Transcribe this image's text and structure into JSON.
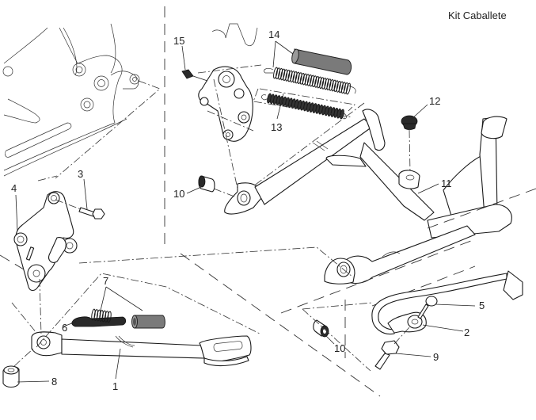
{
  "title": "Kit Caballete",
  "callouts": [
    {
      "id": "1",
      "label": "1"
    },
    {
      "id": "2",
      "label": "2"
    },
    {
      "id": "3",
      "label": "3"
    },
    {
      "id": "4",
      "label": "4"
    },
    {
      "id": "5",
      "label": "5"
    },
    {
      "id": "6",
      "label": "6"
    },
    {
      "id": "7",
      "label": "7"
    },
    {
      "id": "8",
      "label": "8"
    },
    {
      "id": "9",
      "label": "9"
    },
    {
      "id": "10a",
      "label": "10"
    },
    {
      "id": "10b",
      "label": "10"
    },
    {
      "id": "11",
      "label": "11"
    },
    {
      "id": "12",
      "label": "12"
    },
    {
      "id": "13",
      "label": "13"
    },
    {
      "id": "14",
      "label": "14"
    },
    {
      "id": "15",
      "label": "15"
    }
  ],
  "parts": {
    "side_stand": "side-stand",
    "side_stand_sensor": "sensor",
    "bolt": "bolt",
    "bracket": "bracket",
    "sensor_screw": "screw",
    "side_spring": "spring",
    "spring_kit": "spring-kit",
    "nut": "nut",
    "pivot_bolt": "pivot-bolt",
    "bushing": "bushing",
    "center_stand": "center-stand",
    "rubber_stop": "rubber-stop",
    "inner_spring": "inner-spring",
    "outer_spring_kit": "outer-spring-kit",
    "grease_nipple": "grease-nipple"
  }
}
